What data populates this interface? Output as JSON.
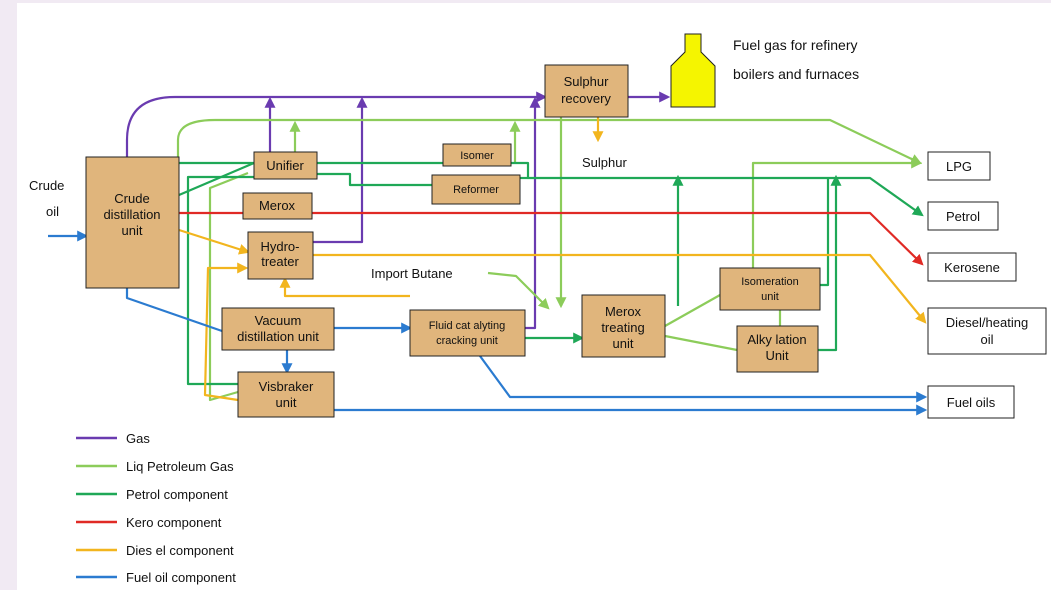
{
  "inputs": {
    "crude": [
      "Crude",
      "oil"
    ],
    "import_butane": "Import Butane"
  },
  "units": {
    "crude_distillation": [
      "Crude",
      "distillation",
      "unit"
    ],
    "unifier": [
      "Unifier"
    ],
    "merox": [
      "Merox"
    ],
    "hydrotreater": [
      "Hydro-",
      "treater"
    ],
    "isomer": [
      "Isomer"
    ],
    "reformer": [
      "Reformer"
    ],
    "sulphur_recovery": [
      "Sulphur",
      "recovery"
    ],
    "vacuum_distillation": [
      "Vacuum",
      "distillation unit"
    ],
    "visbraker": [
      "Visbraker",
      "unit"
    ],
    "fluid_cat": [
      "Fluid cat alyting",
      "cracking unit"
    ],
    "merox_treating": [
      "Merox",
      "treating",
      "unit"
    ],
    "isomeration": [
      "Isomeration",
      "unit"
    ],
    "alkylation": [
      "Alky lation",
      "Unit"
    ]
  },
  "products": {
    "lpg": [
      "LPG"
    ],
    "petrol": [
      "Petrol"
    ],
    "kerosene": [
      "Kerosene"
    ],
    "diesel": [
      "Diesel/heating",
      "oil"
    ],
    "fuel_oils": [
      "Fuel oils"
    ]
  },
  "annotations": {
    "fuel_gas": [
      "Fuel gas for refinery",
      "boilers and furnaces"
    ],
    "sulphur": "Sulphur"
  },
  "colors": {
    "gas": "#6a3bb0",
    "lpg": "#8ccc5a",
    "petrol": "#1fa857",
    "kero": "#e02a25",
    "diesel": "#f2b51e",
    "fuel_oil": "#2b7bd0",
    "unit_fill": "#e0b57c",
    "fuel_gas_tank": "#f5f500"
  },
  "legend": [
    {
      "label": "Gas",
      "color": "#6a3bb0"
    },
    {
      "label": "Liq Petroleum Gas",
      "color": "#8ccc5a"
    },
    {
      "label": "Petrol component",
      "color": "#1fa857"
    },
    {
      "label": "Kero component",
      "color": "#e02a25"
    },
    {
      "label": "Dies el component",
      "color": "#f2b51e"
    },
    {
      "label": "Fuel oil component",
      "color": "#2b7bd0"
    }
  ]
}
